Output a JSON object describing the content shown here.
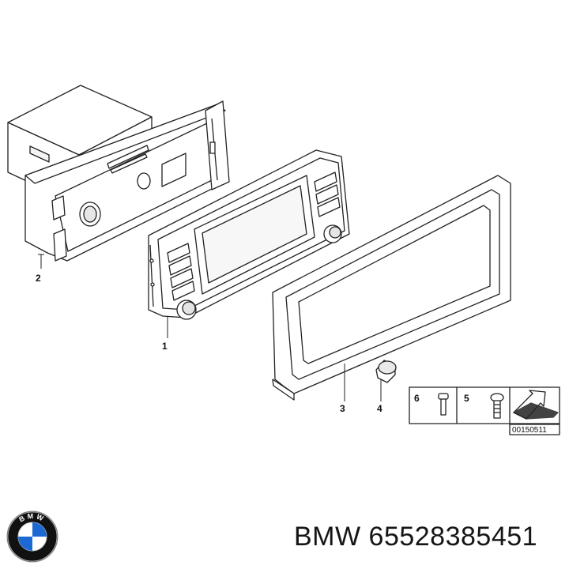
{
  "callouts": {
    "part_1": "1",
    "part_2": "2",
    "part_3": "3",
    "part_4": "4",
    "part_5": "5",
    "part_6": "6"
  },
  "reference_code": "00150511",
  "caption": {
    "brand": "BMW",
    "part_number": "65528385451"
  },
  "logo_letters": "BMW",
  "colors": {
    "line": "#222222",
    "fill": "#ffffff",
    "logo_blue": "#1c69d4",
    "logo_ring": "#111111"
  }
}
